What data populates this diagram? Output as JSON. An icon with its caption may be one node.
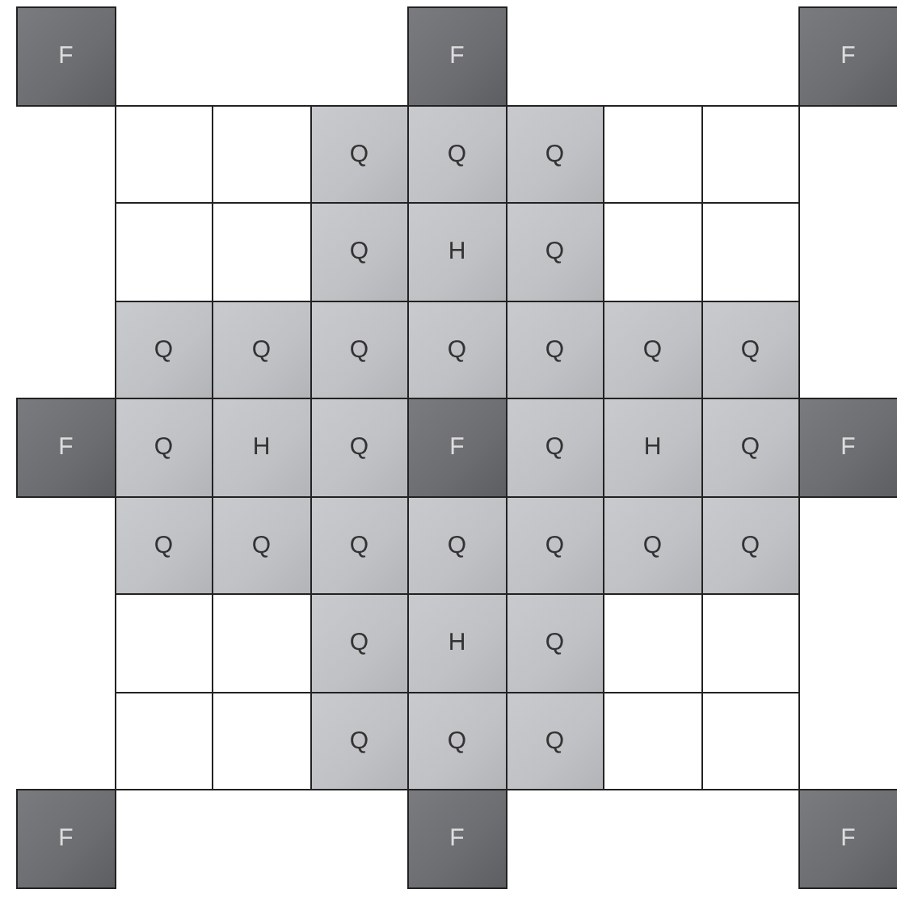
{
  "diagram": {
    "labels": [
      "F",
      "F",
      "F",
      "Q",
      "Q",
      "Q",
      "Q",
      "H",
      "Q",
      "Q",
      "Q",
      "Q",
      "Q",
      "Q",
      "Q",
      "Q",
      "F",
      "Q",
      "H",
      "Q",
      "F",
      "Q",
      "H",
      "Q",
      "F",
      "Q",
      "Q",
      "Q",
      "Q",
      "Q",
      "Q",
      "Q",
      "Q",
      "H",
      "Q",
      "Q",
      "Q",
      "Q",
      "F",
      "F",
      "F"
    ]
  }
}
